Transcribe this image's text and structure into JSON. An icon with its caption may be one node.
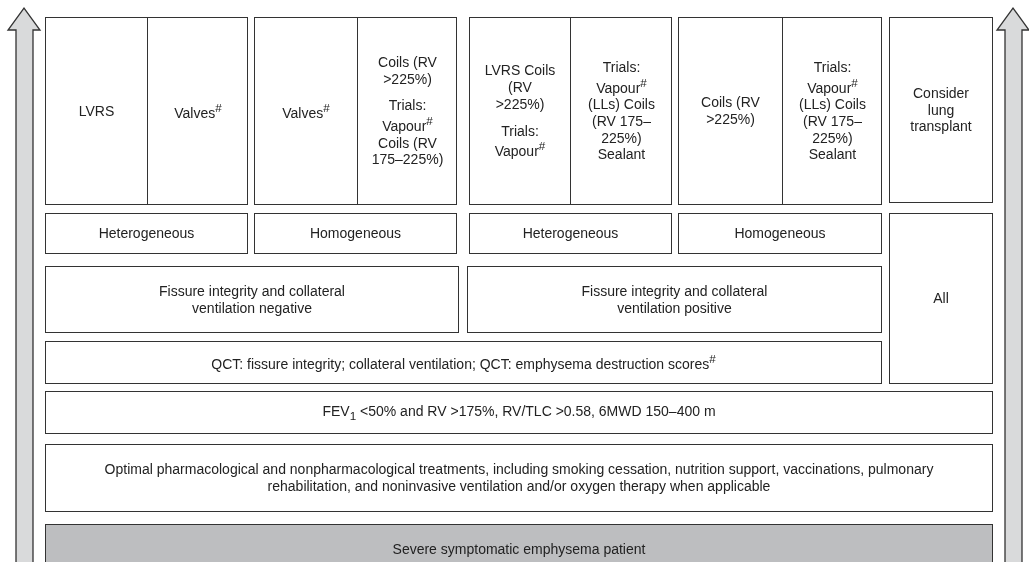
{
  "diagram": {
    "nodes": [
      {
        "text": [],
        "shape": "box"
      },
      {
        "text": [
          "LVRS"
        ],
        "in": 0
      },
      {
        "text": [
          "Valves$^{#}$"
        ],
        "in": 0
      },
      {
        "text": [],
        "shape": "box"
      },
      {
        "text": [
          "Valves$^{#}$"
        ],
        "in": 3
      },
      {
        "text": [
          "Coils (RV >225%)",
          "Trials: Vapour$^{#}$ Coils (RV 175–225%)"
        ],
        "in": 3
      },
      {
        "text": [],
        "shape": "box"
      },
      {
        "text": [
          "LVRS Coils (RV >225%)",
          "Trials: Vapour$^{#}$"
        ],
        "in": 6
      },
      {
        "text": [
          "Trials: Vapour$^{#}$ (LLs) Coils (RV 175–225%) Sealant"
        ],
        "in": 6
      },
      {
        "text": [],
        "shape": "box"
      },
      {
        "text": [
          "Coils (RV >225%)"
        ],
        "in": 9
      },
      {
        "text": [
          "Trials: Vapour$^{#}$ (LLs) Coils (RV 175–225%) Sealant"
        ],
        "in": 9
      },
      {
        "text": [
          "Consider lung transplant"
        ]
      },
      {
        "text": [
          "Heterogeneous"
        ]
      },
      {
        "text": [
          "Homogeneous"
        ]
      },
      {
        "text": [
          "Heterogeneous"
        ]
      },
      {
        "text": [
          "Homogeneous"
        ]
      },
      {
        "text": [
          "All"
        ]
      },
      {
        "text": [
          "Fissure integrity and collateral ventilation negative"
        ]
      },
      {
        "text": [
          "Fissure integrity and collateral ventilation positive"
        ]
      },
      {
        "text": [
          "QCT: fissure integrity; collateral ventilation; QCT: emphysema destruction scores$^{#}$"
        ]
      },
      {
        "text": [
          "FEV$_{1}$ <50% and RV >175%, RV/TLC >0.58, 6MWD 150–400 m"
        ]
      },
      {
        "text": [
          "Optimal pharmacological and nonpharmacological treatments, including smoking cessation, nutrition support, vaccinations, pulmonary rehabilitation, and noninvasive ventilation and/or oxygen therapy when applicable"
        ]
      },
      {
        "text": [
          "Severe symptomatic emphysema patient"
        ]
      }
    ]
  }
}
